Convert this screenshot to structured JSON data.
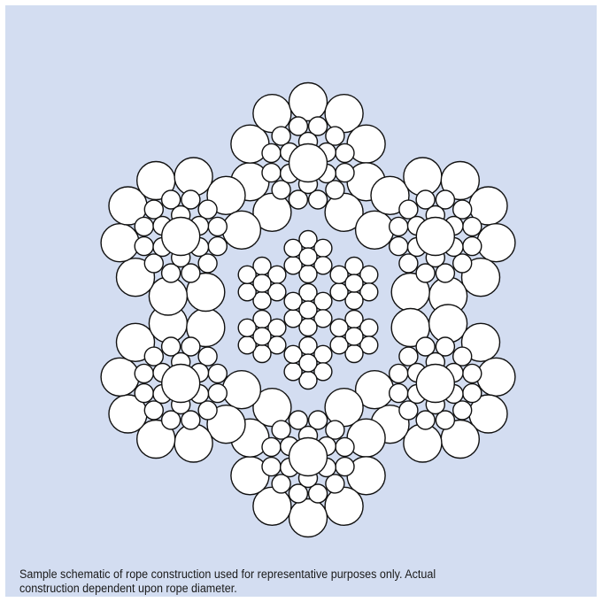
{
  "figure": {
    "subject": "wire rope cross-section schematic",
    "structure": {
      "outer_strand_count": 6,
      "outer_strand_layers": {
        "center_wires": 1,
        "inner_ring_wires": 6,
        "middle_ring_wires": 12,
        "outer_ring_wires": 9
      },
      "core": "independent wire rope core (7 strands)",
      "core_strand_wires": {
        "center": 1,
        "ring": 6
      }
    },
    "colors": {
      "background": "#d3ddf1",
      "wire_fill": "#ffffff",
      "wire_stroke": "#111111",
      "caption_text": "#1a1a1a"
    }
  },
  "caption": {
    "line1": "Sample schematic of rope construction used for representative purposes only. Actual",
    "line2": "construction dependent upon rope diameter."
  }
}
